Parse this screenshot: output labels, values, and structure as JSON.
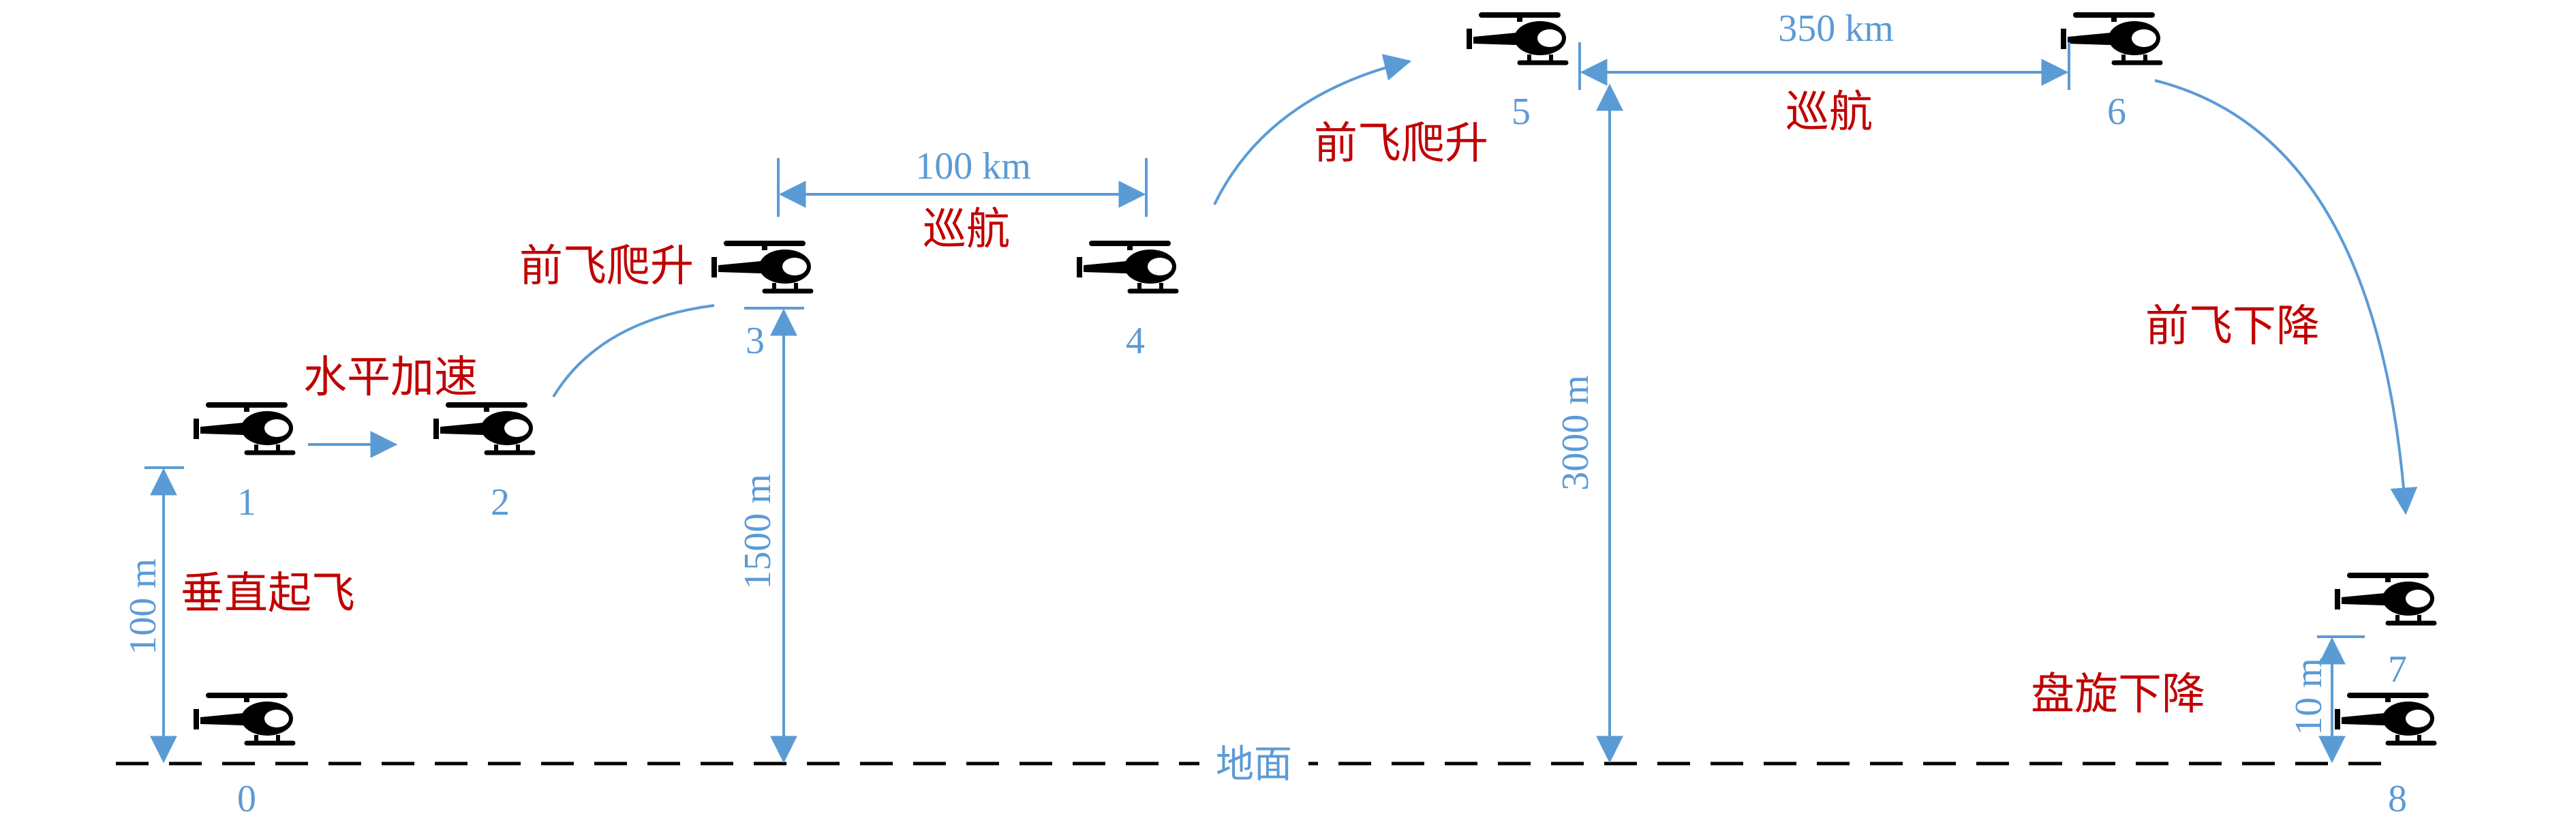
{
  "colors": {
    "annotation": "#5b9bd5",
    "phase_label": "#c00000",
    "helicopter": "#000000",
    "ground": "#000000"
  },
  "ground_label": "地面",
  "points": [
    {
      "id": "0",
      "label": "0",
      "icon": "helicopter-icon"
    },
    {
      "id": "1",
      "label": "1",
      "icon": "helicopter-icon"
    },
    {
      "id": "2",
      "label": "2",
      "icon": "helicopter-icon"
    },
    {
      "id": "3",
      "label": "3",
      "icon": "helicopter-icon"
    },
    {
      "id": "4",
      "label": "4",
      "icon": "helicopter-icon"
    },
    {
      "id": "5",
      "label": "5",
      "icon": "helicopter-icon"
    },
    {
      "id": "6",
      "label": "6",
      "icon": "helicopter-icon"
    },
    {
      "id": "7",
      "label": "7",
      "icon": "helicopter-icon"
    },
    {
      "id": "8",
      "label": "8",
      "icon": "helicopter-icon"
    }
  ],
  "phases": {
    "vertical_takeoff": "垂直起飞",
    "horizontal_accel": "水平加速",
    "climb_1": "前飞爬升",
    "cruise_1": "巡航",
    "climb_2": "前飞爬升",
    "cruise_2": "巡航",
    "descent": "前飞下降",
    "hover_descent": "盘旋下降"
  },
  "dimensions": {
    "h_takeoff": "100 m",
    "h_3": "1500 m",
    "h_5": "3000 m",
    "h_hover": "10 m",
    "d_cruise_1": "100 km",
    "d_cruise_2": "350 km"
  }
}
